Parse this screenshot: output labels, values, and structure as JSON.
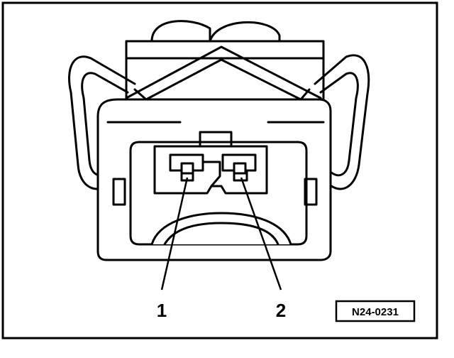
{
  "callouts": [
    {
      "label": "1"
    },
    {
      "label": "2"
    }
  ],
  "reference_code": "N24-0231"
}
